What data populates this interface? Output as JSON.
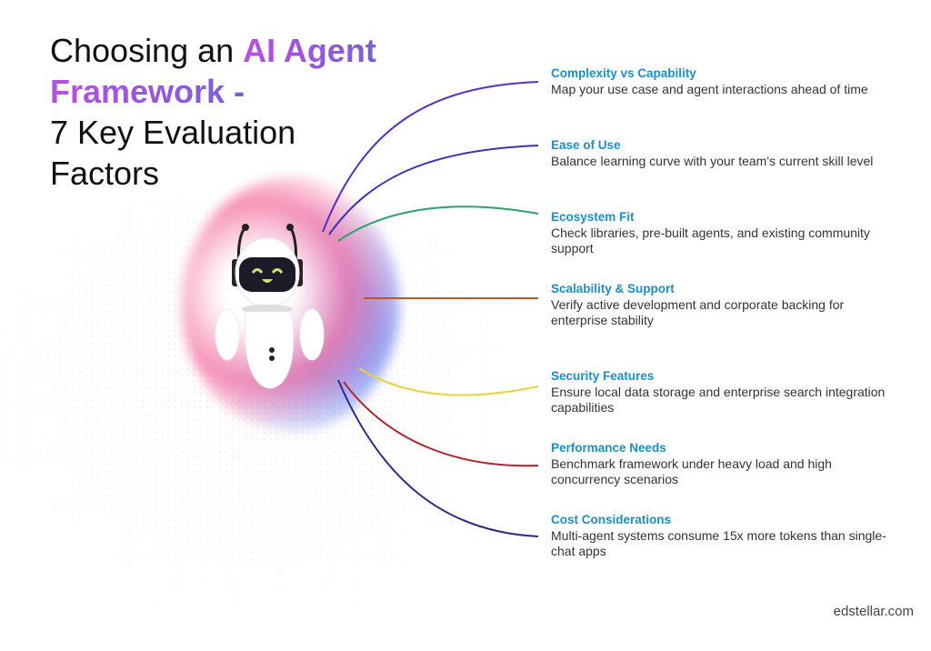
{
  "title": {
    "line1_plain": "Choosing an ",
    "line1_accent": "AI Agent",
    "line2_accent": "Framework -",
    "line3": "7 Key Evaluation",
    "line4": "Factors"
  },
  "factors": [
    {
      "title": "Complexity vs Capability",
      "desc": "Map your use case and agent interactions ahead of time",
      "color": "#5a2fc6"
    },
    {
      "title": "Ease of Use",
      "desc": "Balance learning curve with your team's current skill level",
      "color": "#3a36b6"
    },
    {
      "title": "Ecosystem Fit",
      "desc": "Check libraries, pre-built agents, and existing community support",
      "color": "#27a566"
    },
    {
      "title": "Scalability & Support",
      "desc": "Verify active development and corporate backing for enterprise stability",
      "color": "#c2571e"
    },
    {
      "title": "Security Features",
      "desc": "Ensure local data storage and enterprise search integration capabilities",
      "color": "#f0cf3a"
    },
    {
      "title": "Performance Needs",
      "desc": "Benchmark framework under heavy load and high concurrency scenarios",
      "color": "#b3252a"
    },
    {
      "title": "Cost Considerations",
      "desc": "Multi-agent systems consume 15x more tokens than single-chat apps",
      "color": "#2b2b8a"
    }
  ],
  "brand": "edstellar.com"
}
